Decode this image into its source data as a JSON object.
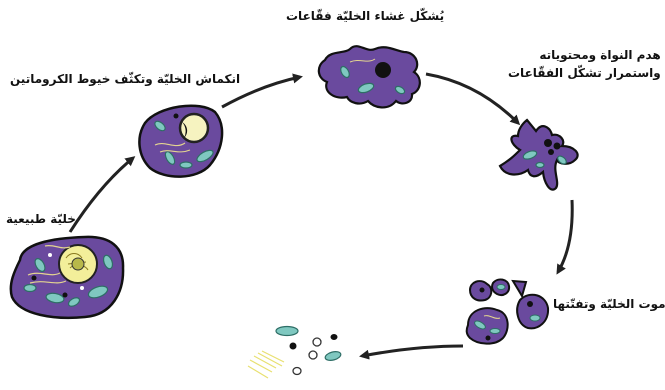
{
  "stages": {
    "normal_cell": "خليّة طبيعية",
    "cell_shrinkage": "انكماش الخليّة وتكثّف خيوط الكروماتين",
    "membrane_blebbing": "يُشكّل غشاء الخليّة فقّاعات",
    "nucleus_breakdown_line1": "هدم النواة ومحتوياته",
    "nucleus_breakdown_line2": "واستمرار تشكّل الفقّاعات",
    "cell_death": "موت الخليّة وتفتّتها"
  },
  "colors": {
    "cell_fill": "#6a4a9e",
    "cell_outline": "#111111",
    "organelle": "#7fc8c0",
    "nucleus_yellow": "#f3ef9a",
    "arrow": "#222222"
  }
}
